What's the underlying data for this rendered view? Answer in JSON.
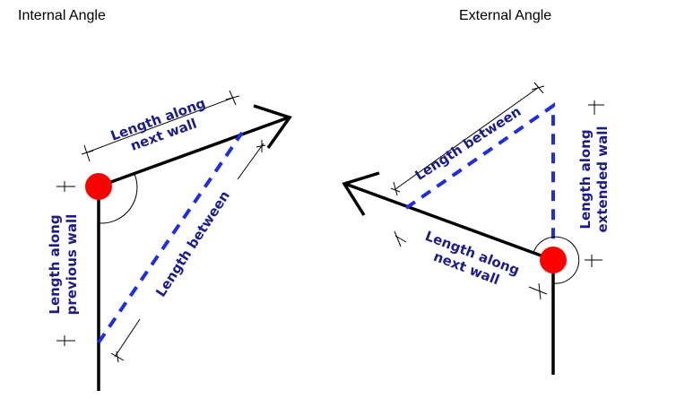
{
  "internal": {
    "title": "Internal Angle",
    "next_wall_line1": "Length along",
    "next_wall_line2": "next wall",
    "prev_wall_line1": "Length along",
    "prev_wall_line2": "previous wall",
    "between": "Length between"
  },
  "external": {
    "title": "External Angle",
    "between": "Length between",
    "next_wall_line1": "Length along",
    "next_wall_line2": "next wall",
    "ext_wall_line1": "Length along",
    "ext_wall_line2": "extended wall"
  },
  "colors": {
    "label": "#1c1c8a",
    "dashed": "#1f2ee0",
    "vertex": "#ff0000"
  }
}
